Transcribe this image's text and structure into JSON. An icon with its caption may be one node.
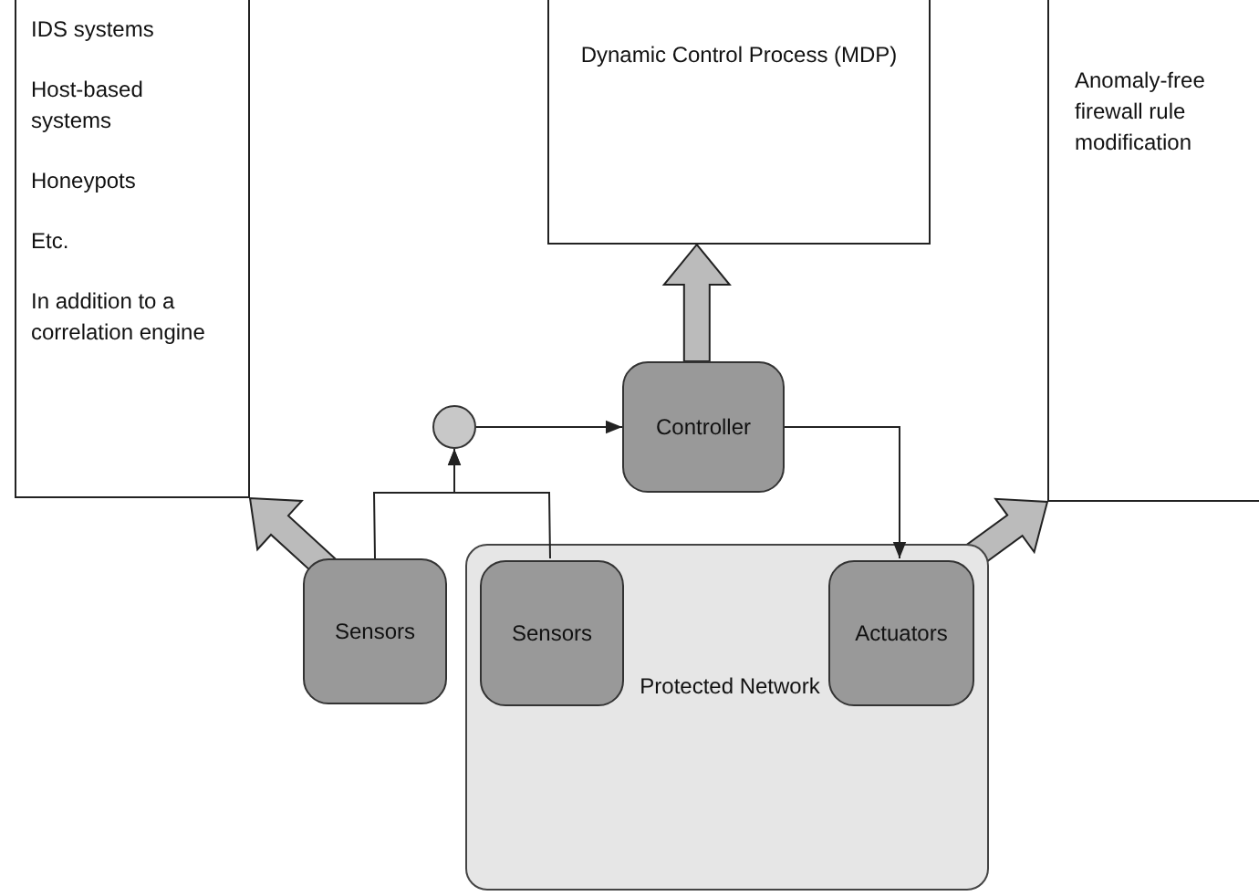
{
  "diagram": {
    "nodes": [
      {
        "text": [
          "IDS systems",
          "Host-based systems",
          "Honeypots",
          "Etc.",
          "In addition to a correlation engine"
        ]
      },
      {
        "text": [
          "Dynamic Control Process (MDP)"
        ]
      },
      {
        "text": [
          "Anomaly-free firewall rule modification"
        ]
      },
      {
        "text": [],
        "shape": "circle"
      },
      {
        "text": [
          "Controller"
        ]
      },
      {
        "text": [
          "Protected Network"
        ]
      },
      {
        "text": [
          "Sensors"
        ]
      },
      {
        "text": [
          "Sensors"
        ],
        "in": 5
      },
      {
        "text": [
          "Actuators"
        ],
        "in": 5
      }
    ],
    "edges": [
      {
        "from": 6,
        "to": 0,
        "arrow": "to",
        "style": "thick"
      },
      {
        "from": 4,
        "to": 1,
        "arrow": "to",
        "style": "thick"
      },
      {
        "from": 8,
        "to": 2,
        "arrow": "to",
        "style": "thick"
      },
      {
        "from": 6,
        "to": 3,
        "arrow": "to"
      },
      {
        "from": 7,
        "to": 3,
        "arrow": "to"
      },
      {
        "from": 3,
        "to": 4,
        "arrow": "to"
      },
      {
        "from": 4,
        "to": 8,
        "arrow": "to"
      }
    ]
  }
}
